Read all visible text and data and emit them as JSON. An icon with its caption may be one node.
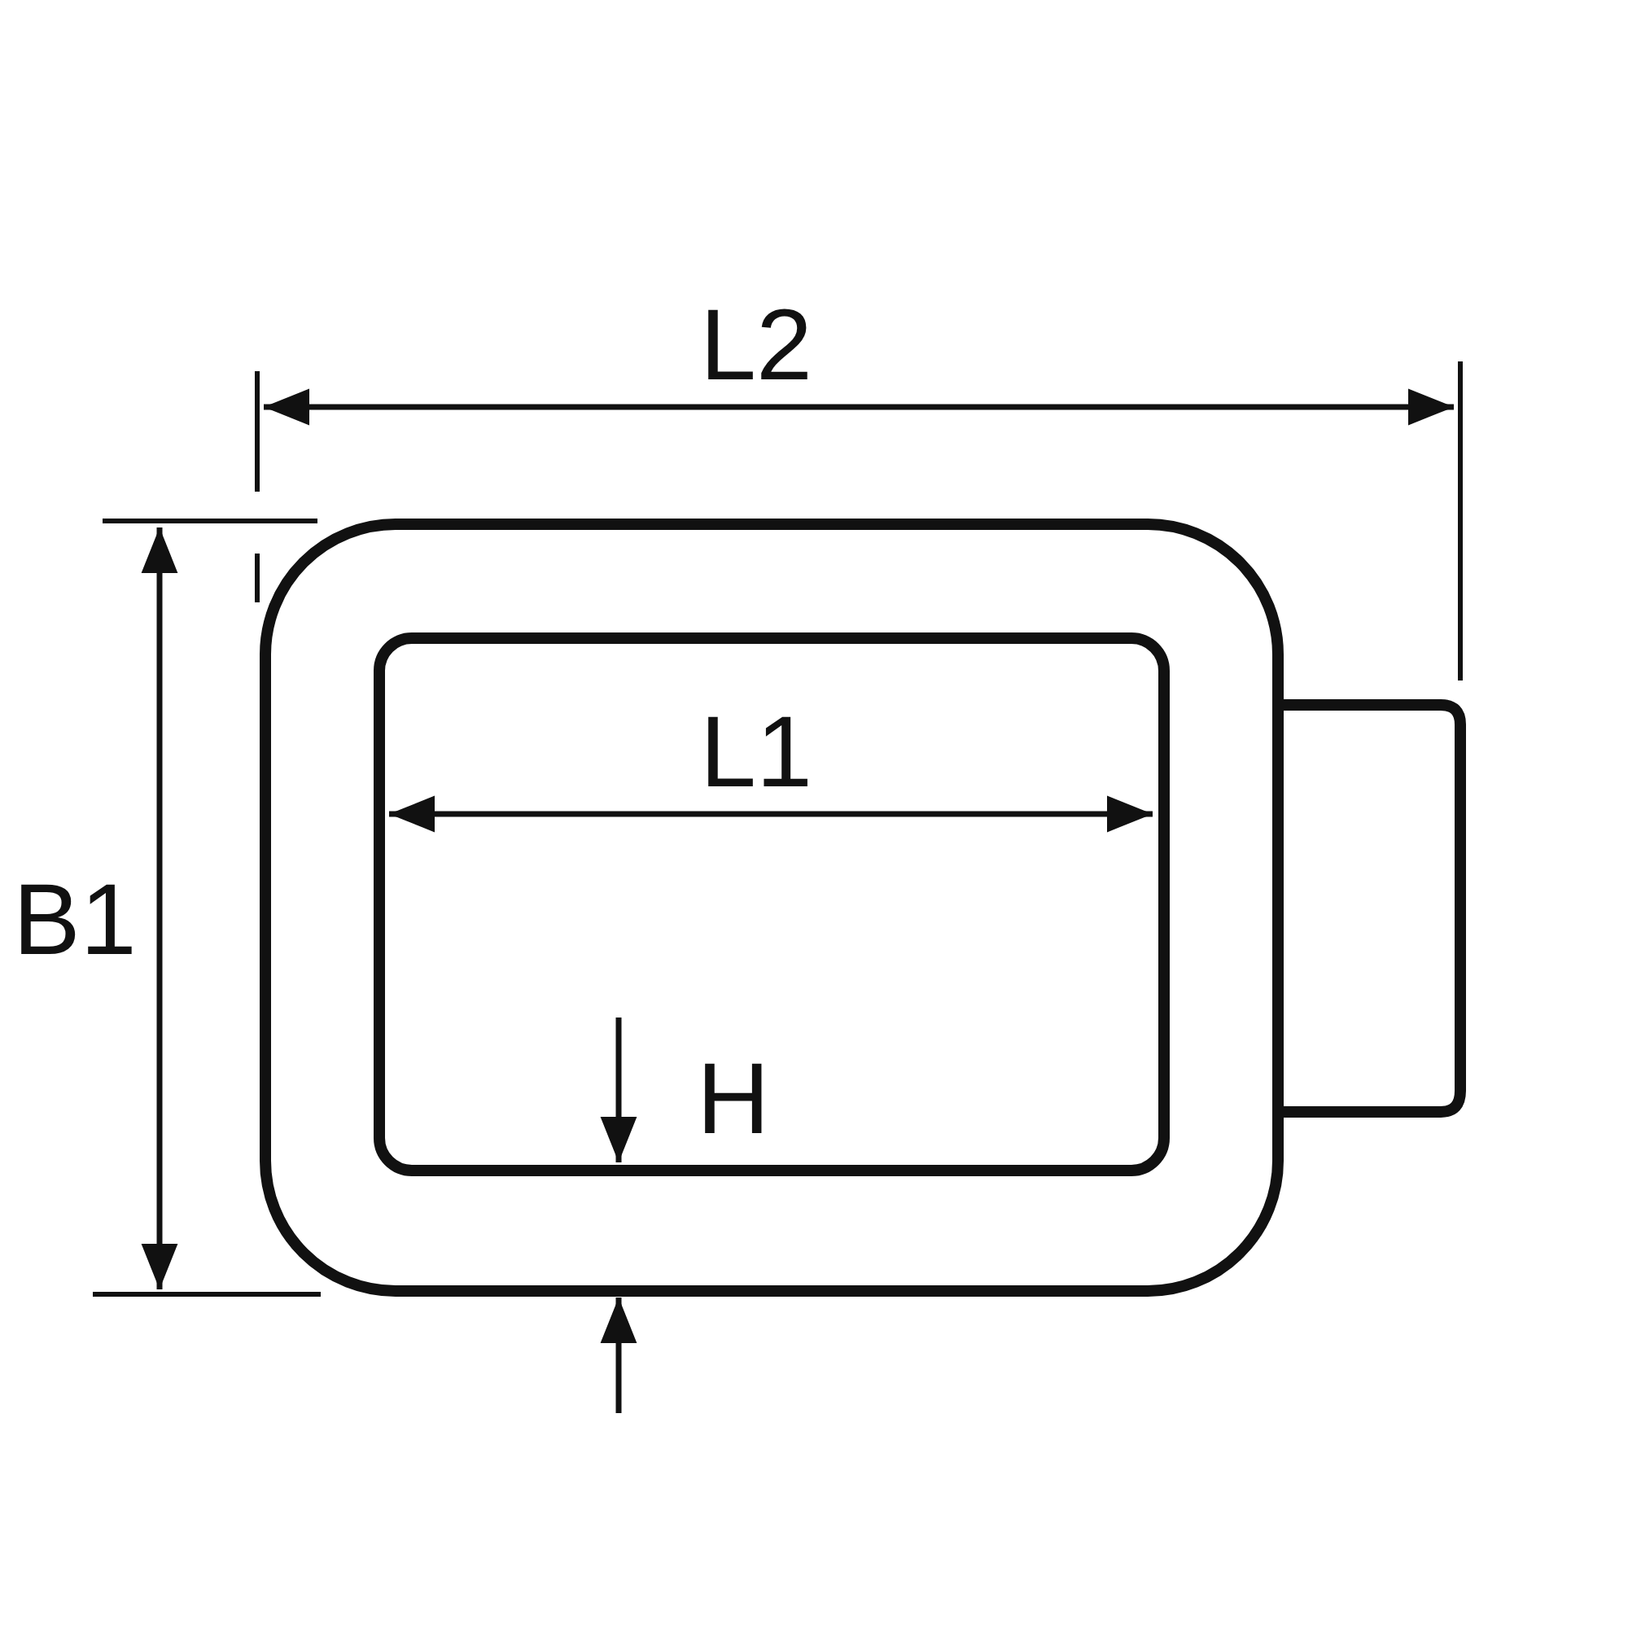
{
  "diagram": {
    "labels": [
      "L2",
      "L1",
      "B1",
      "H"
    ]
  }
}
